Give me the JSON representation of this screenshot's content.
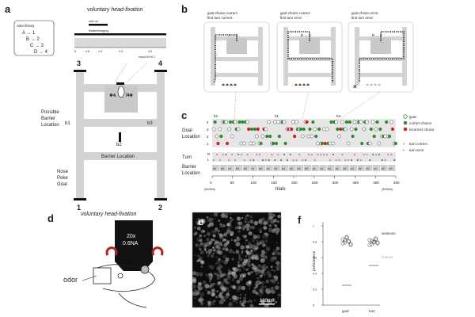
{
  "panel_labels": {
    "a": "a",
    "b": "b",
    "c": "c",
    "d": "d",
    "e": "e",
    "f": "f"
  },
  "a": {
    "title": "voluntary head-fixation",
    "odor_library_title": "odor library",
    "odor_library": [
      "A → 1",
      "B → 2",
      "C → 3",
      "D → 4"
    ],
    "odor_on": "odor on",
    "fixation_imaging": "fixation/imaging",
    "timeline_ticks": [
      "0",
      "0.8",
      "1.5",
      "2.0",
      "4.0"
    ],
    "timeline_end": "expo0.6+r0.1",
    "ports": {
      "p1": "1",
      "p2": "2",
      "p3": "3",
      "p4": "4"
    },
    "lr_left": "L",
    "lr_right": "R",
    "b1": "b1",
    "b2": "b2",
    "b3": "b3",
    "possible_barrier": [
      "Possible",
      "Barrier",
      "Location"
    ],
    "barrier_location": "Barrier Location",
    "nose_poke": [
      "Nose",
      "Poke",
      "Goal"
    ]
  },
  "b": {
    "titles": [
      [
        "goal choice correct",
        "first turn correct"
      ],
      [
        "goal choice correct",
        "first turn error"
      ],
      [
        "goal choice error",
        "first turn error"
      ]
    ],
    "mapping_1": "A → 1",
    "mapping_2": "B → 2",
    "mapping_3": "B → 2"
  },
  "c": {
    "rows": [
      {
        "label": "4",
        "y": 154
      },
      {
        "label": "3",
        "y": 163
      },
      {
        "label": "2",
        "y": 172
      },
      {
        "label": "1",
        "y": 181
      }
    ],
    "goal_location": [
      "Goal",
      "Location"
    ],
    "turn": "Turn",
    "turn_R": "R",
    "turn_L": "L",
    "barrier_location": [
      "Barrier",
      "Location"
    ],
    "barrier_tags": [
      "b2",
      "b1",
      "b3"
    ],
    "barrier_sequence": [
      "b2",
      "b3",
      "b1",
      "b3",
      "b2",
      "b1",
      "b3",
      "b1",
      "b2",
      "b1",
      "b3",
      "b2",
      "b3",
      "b1",
      "b2",
      "b3",
      "b1",
      "b2",
      "b1",
      "b2",
      "b3",
      "b1",
      "b2",
      "b3"
    ],
    "x_ticks": [
      "0",
      "50",
      "100",
      "150",
      "200",
      "250",
      "300",
      "350",
      "400",
      "450"
    ],
    "x_label": "trials",
    "x_start_time": "(0h/00m)",
    "x_end_time": "(3h/50m)",
    "legend": {
      "goal": "goal",
      "correct": "correct choice",
      "incorrect": "incorrect choice",
      "turn_correct": "turn correct",
      "turn_error": "turn error"
    },
    "colors": {
      "correct": "#2e8b2e",
      "incorrect": "#d62020",
      "goal": "#ffffff",
      "band": "#d9d9d9"
    }
  },
  "d": {
    "title": "voluntary head-fixation",
    "objective_mag": "20x",
    "objective_na": "0.6NA",
    "odor": "odor"
  },
  "e": {
    "scalebar": "100μm"
  },
  "f": {
    "y_label": "performance",
    "y_ticks": [
      "0",
      "0.2",
      "0.4",
      "0.6",
      "0.8",
      "1"
    ],
    "categories": [
      "goal",
      "turn"
    ],
    "sessions_label": "sessions",
    "chance_label": "chance",
    "chance": {
      "goal": 0.25,
      "turn": 0.5
    },
    "sessions": {
      "goal": [
        0.78,
        0.82,
        0.85,
        0.8,
        0.76,
        0.83,
        0.79,
        0.86,
        0.81,
        0.77
      ],
      "turn": [
        0.76,
        0.81,
        0.79,
        0.84,
        0.78,
        0.82,
        0.77,
        0.8,
        0.83,
        0.79
      ]
    }
  }
}
